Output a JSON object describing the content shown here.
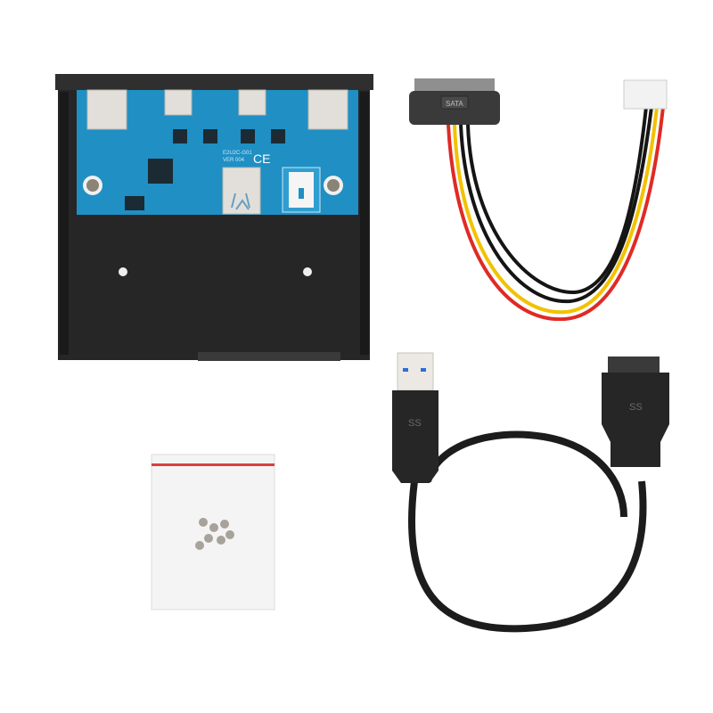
{
  "scene": {
    "description": "Product photo of a 3.5-inch front panel USB hub kit on white background",
    "background": "#ffffff"
  },
  "items": [
    {
      "name": "front-panel-usb-hub",
      "board_marking_1": "E2U2C-G01",
      "board_marking_2": "VER 004",
      "cert_mark": "CE",
      "ports": [
        "USB 3.0 A",
        "USB-C",
        "USB-C",
        "USB 3.0 A",
        "USB 3.0 A (internal)"
      ]
    },
    {
      "name": "sata-power-cable",
      "connector_label": "SATA",
      "wire_colors": [
        "#e8262b",
        "#1a1a1a",
        "#1a1a1a",
        "#f5c400"
      ]
    },
    {
      "name": "usb3-header-cable",
      "logo_text": "SS"
    },
    {
      "name": "screw-bag"
    }
  ],
  "labels": {
    "sata": "SATA",
    "ss_left": "SS",
    "ss_right": "SS",
    "board_model": "E2U2C-G01",
    "board_ver": "VER 004",
    "ce": "CE"
  },
  "colors": {
    "pcb": "#1f8fc4",
    "bracket": "#2b2b2b",
    "cable": "#1c1c1c",
    "metal": "#e4e1dc",
    "red": "#e02a25",
    "yellow": "#f2c200",
    "black_wire": "#151515"
  }
}
